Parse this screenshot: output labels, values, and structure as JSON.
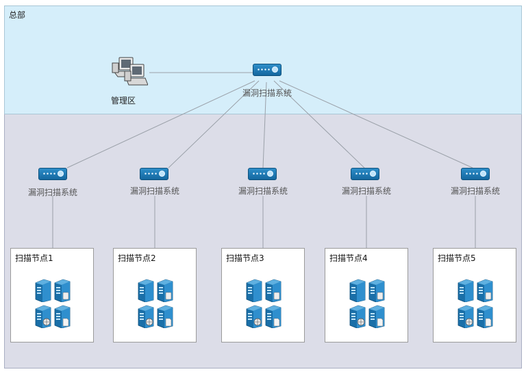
{
  "zones": {
    "hq_label": "总部"
  },
  "management": {
    "label": "管理区",
    "icon": "workstations-icon"
  },
  "central_scanner": {
    "label": "漏洞扫描系统",
    "icon": "scanner-appliance-icon"
  },
  "branch_scanners": [
    {
      "label": "漏洞扫描系统"
    },
    {
      "label": "漏洞扫描系统"
    },
    {
      "label": "漏洞扫描系统"
    },
    {
      "label": "漏洞扫描系统"
    },
    {
      "label": "漏洞扫描系统"
    }
  ],
  "nodes": [
    {
      "title": "扫描节点1",
      "icon": "server-cluster-icon"
    },
    {
      "title": "扫描节点2",
      "icon": "server-cluster-icon"
    },
    {
      "title": "扫描节点3",
      "icon": "server-cluster-icon"
    },
    {
      "title": "扫描节点4",
      "icon": "server-cluster-icon"
    },
    {
      "title": "扫描节点5",
      "icon": "server-cluster-icon"
    }
  ],
  "colors": {
    "hq_zone": "#d5eefa",
    "branch_zone": "#dcdde8",
    "device_blue": "#1f7bb8",
    "link": "#9aa0a8"
  }
}
